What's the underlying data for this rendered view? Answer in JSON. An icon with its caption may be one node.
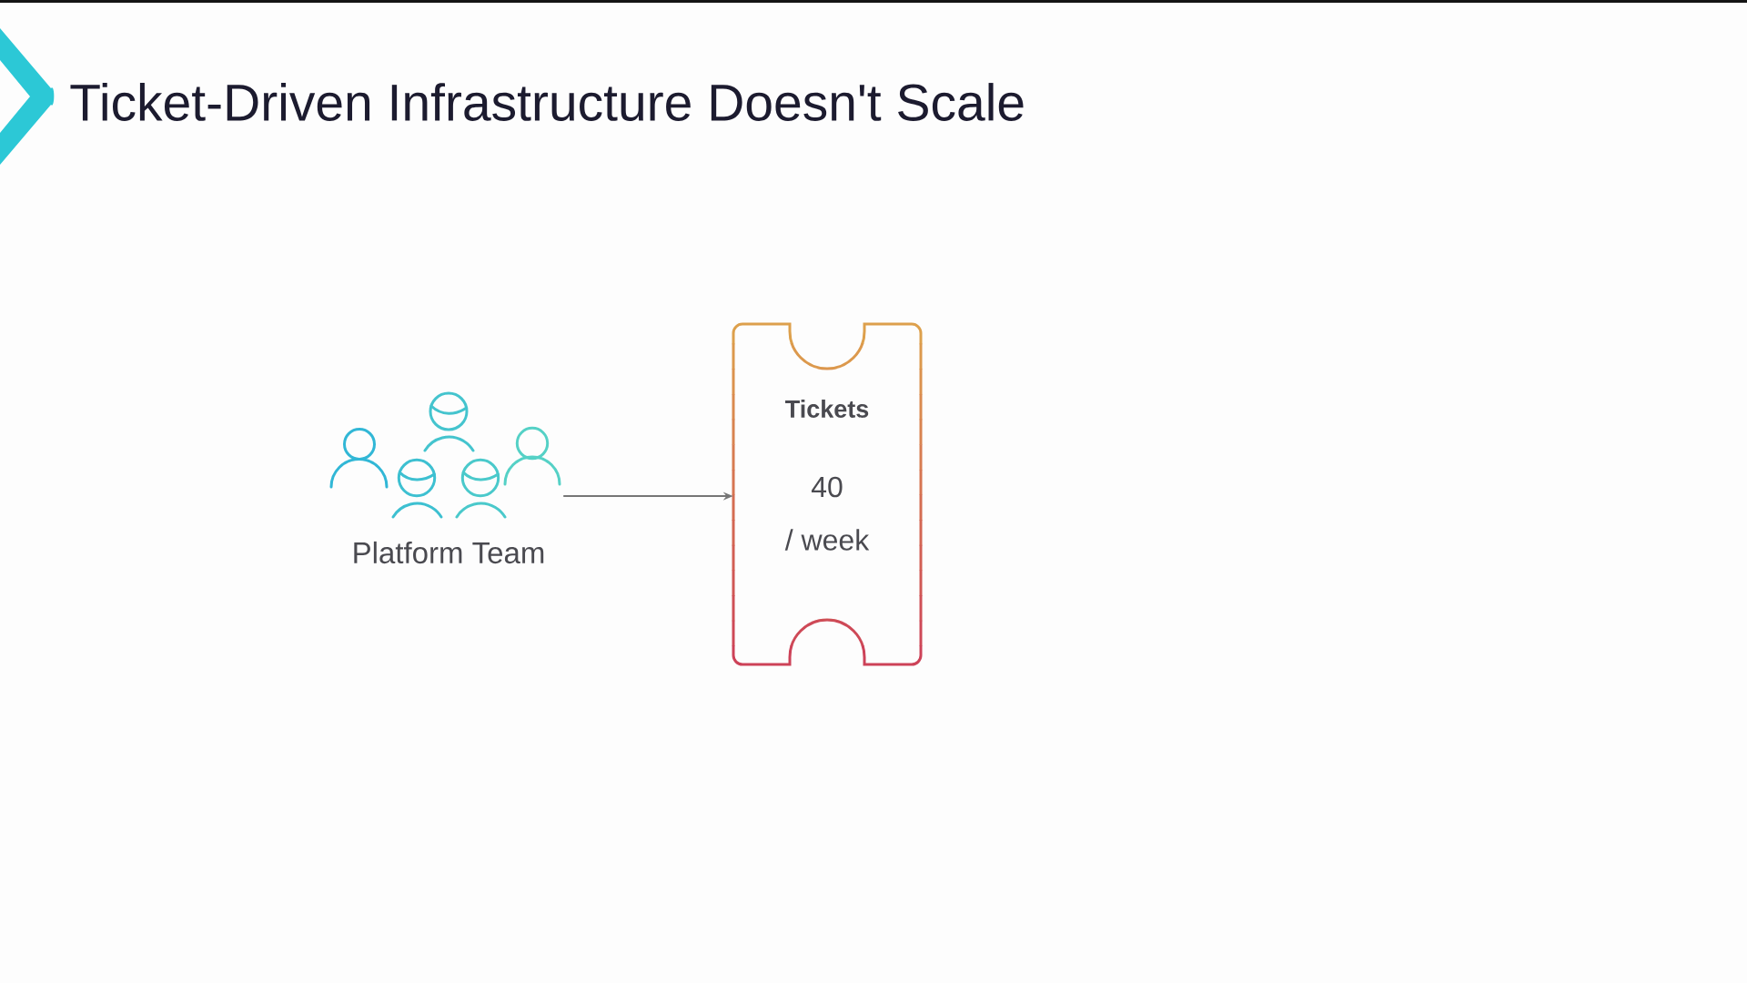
{
  "diagram": {
    "title": "Ticket-Driven Infrastructure Doesn't Scale",
    "nodes": [
      {
        "text": [
          "Platform Team"
        ]
      },
      {
        "text": [
          "Tickets",
          "40",
          "/ week"
        ]
      }
    ],
    "edges": [
      {
        "from": 0,
        "to": 1,
        "arrow": "to"
      }
    ]
  }
}
